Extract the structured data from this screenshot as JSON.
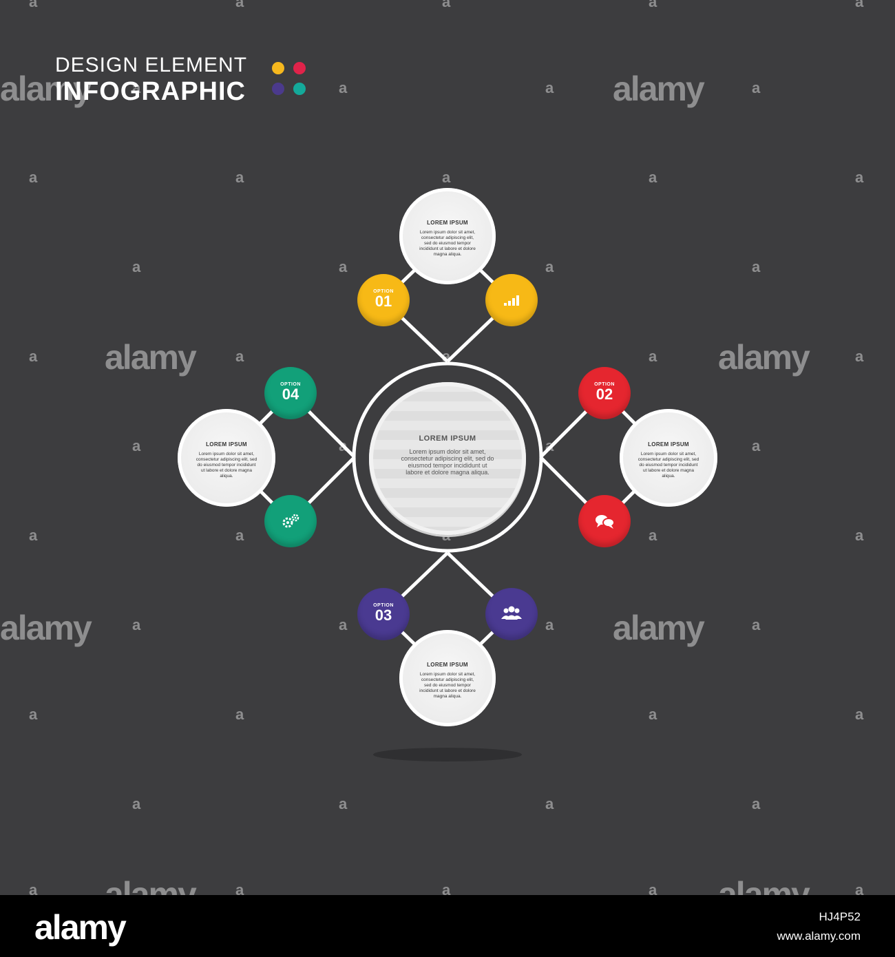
{
  "header": {
    "line1": "DESIGN ELEMENT",
    "line2": "INFOGRAPHIC",
    "dot_colors": [
      "#f6b81e",
      "#e0234a",
      "#4b3a8c",
      "#14a99a"
    ]
  },
  "center": {
    "title": "LOREM IPSUM",
    "body": "Lorem ipsum dolor sit amet, consectetur adipiscing elit, sed do eiusmod tempor incididunt ut labore et dolore magna aliqua."
  },
  "nodes": [
    {
      "title": "LOREM IPSUM",
      "body": "Lorem ipsum dolor sit amet, consectetur adipiscing elit, sed do eiusmod tempor incididunt ut labore et dolore magna aliqua.",
      "option_label": "OPTION",
      "option_number": "01",
      "icon": "bar-chart-icon",
      "color": "#f7b916"
    },
    {
      "title": "LOREM IPSUM",
      "body": "Lorem ipsum dolor sit amet, consectetur adipiscing elit, sed do eiusmod tempor incididunt ut labore et dolore magna aliqua.",
      "option_label": "OPTION",
      "option_number": "02",
      "icon": "chat-bubbles-icon",
      "color": "#e5262f"
    },
    {
      "title": "LOREM IPSUM",
      "body": "Lorem ipsum dolor sit amet, consectetur adipiscing elit, sed do eiusmod tempor incididunt ut labore et dolore magna aliqua.",
      "option_label": "OPTION",
      "option_number": "03",
      "icon": "group-users-icon",
      "color": "#4a3a91"
    },
    {
      "title": "LOREM IPSUM",
      "body": "Lorem ipsum dolor sit amet, consectetur adipiscing elit, sed do eiusmod tempor incididunt ut labore et dolore magna aliqua.",
      "option_label": "OPTION",
      "option_number": "04",
      "icon": "gears-icon",
      "color": "#12a079"
    }
  ],
  "watermark": {
    "brand": "alamy",
    "small": "a"
  },
  "footer": {
    "logo": "alamy",
    "image_id": "HJ4P52",
    "url": "www.alamy.com"
  }
}
